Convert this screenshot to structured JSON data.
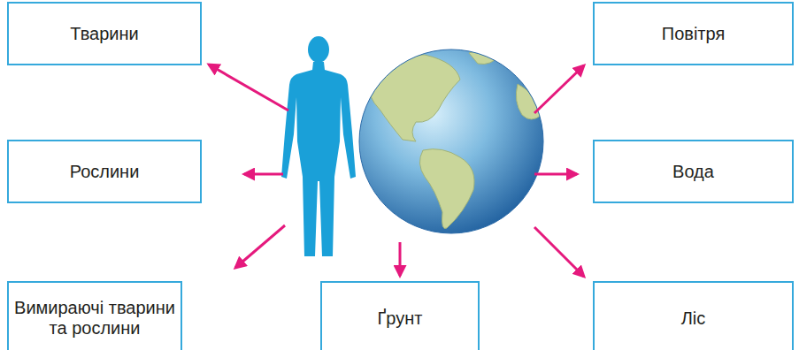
{
  "diagram": {
    "nodes": [
      {
        "text": [
          "Тварини"
        ]
      },
      {
        "text": [
          "Повітря"
        ]
      },
      {
        "text": [
          "Рослини"
        ]
      },
      {
        "text": [
          "Вода"
        ]
      },
      {
        "text": [
          "Вимираючі тварини та рослини"
        ]
      },
      {
        "text": [
          "Ґрунт"
        ]
      },
      {
        "text": [
          "Ліс"
        ]
      }
    ]
  }
}
